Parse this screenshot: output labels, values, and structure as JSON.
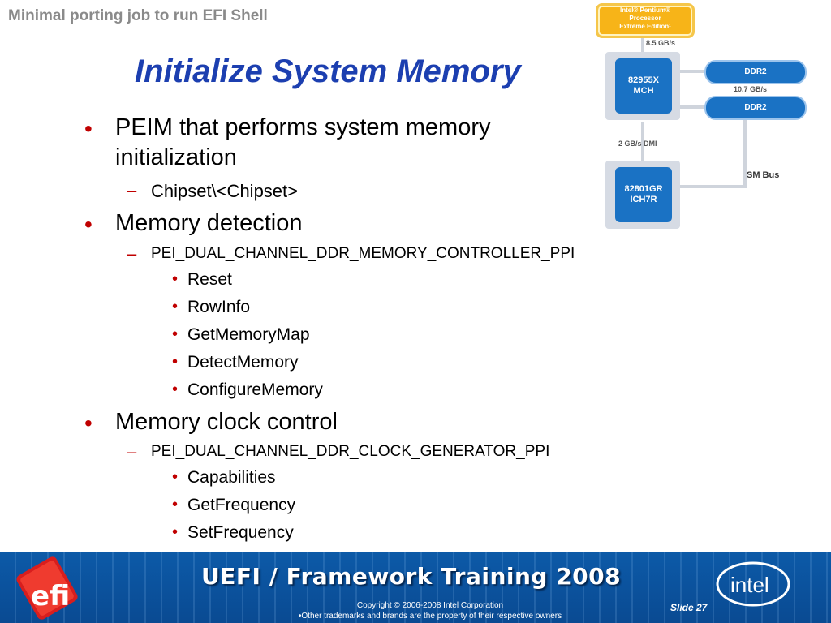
{
  "header": {
    "text": "Minimal porting job to run EFI Shell"
  },
  "slide": {
    "title": "Initialize System Memory",
    "bullets": [
      {
        "text_line1": "PEIM that performs system memory",
        "text_line2": "initialization"
      },
      {
        "text": "Chipset\\<Chipset>"
      },
      {
        "text": "Memory detection"
      },
      {
        "text": "PEI_DUAL_CHANNEL_DDR_MEMORY_CONTROLLER_PPI"
      },
      {
        "text": "Reset"
      },
      {
        "text": "RowInfo"
      },
      {
        "text": "GetMemoryMap"
      },
      {
        "text": "DetectMemory"
      },
      {
        "text": "ConfigureMemory"
      },
      {
        "text": "Memory clock control"
      },
      {
        "text": "PEI_DUAL_CHANNEL_DDR_CLOCK_GENERATOR_PPI"
      },
      {
        "text": "Capabilities"
      },
      {
        "text": "GetFrequency"
      },
      {
        "text": "SetFrequency"
      }
    ],
    "markers": {
      "level1": "•",
      "level2": "–",
      "level3": "•"
    }
  },
  "diagram": {
    "cpu_lines": [
      "Intel® Pentium®",
      "Processor",
      "Extreme Edition¹"
    ],
    "cpu_bus_label": "8.5 GB/s",
    "mch_lines": [
      "82955X",
      "MCH"
    ],
    "ddr_top": "DDR2",
    "ddr_bandwidth": "10.7 GB/s",
    "ddr_bottom": "DDR2",
    "dmi_label": "2 GB/s  DMI",
    "ich_lines": [
      "82801GR",
      "ICH7R"
    ],
    "smbus_label": "SM Bus",
    "colors": {
      "cpu": "#f7b418",
      "chip": "#1a72c4"
    }
  },
  "footer": {
    "title": "UEFI / Framework Training 2008",
    "copyright_line1": "Copyright © 2006-2008 Intel Corporation",
    "copyright_line2": "•Other trademarks and brands are the property of their respective owners",
    "slide_number": "Slide 27",
    "logo_left": "efi",
    "logo_right": "intel",
    "colors": {
      "background": "#0c5aa8",
      "title": "#ffffff"
    }
  }
}
